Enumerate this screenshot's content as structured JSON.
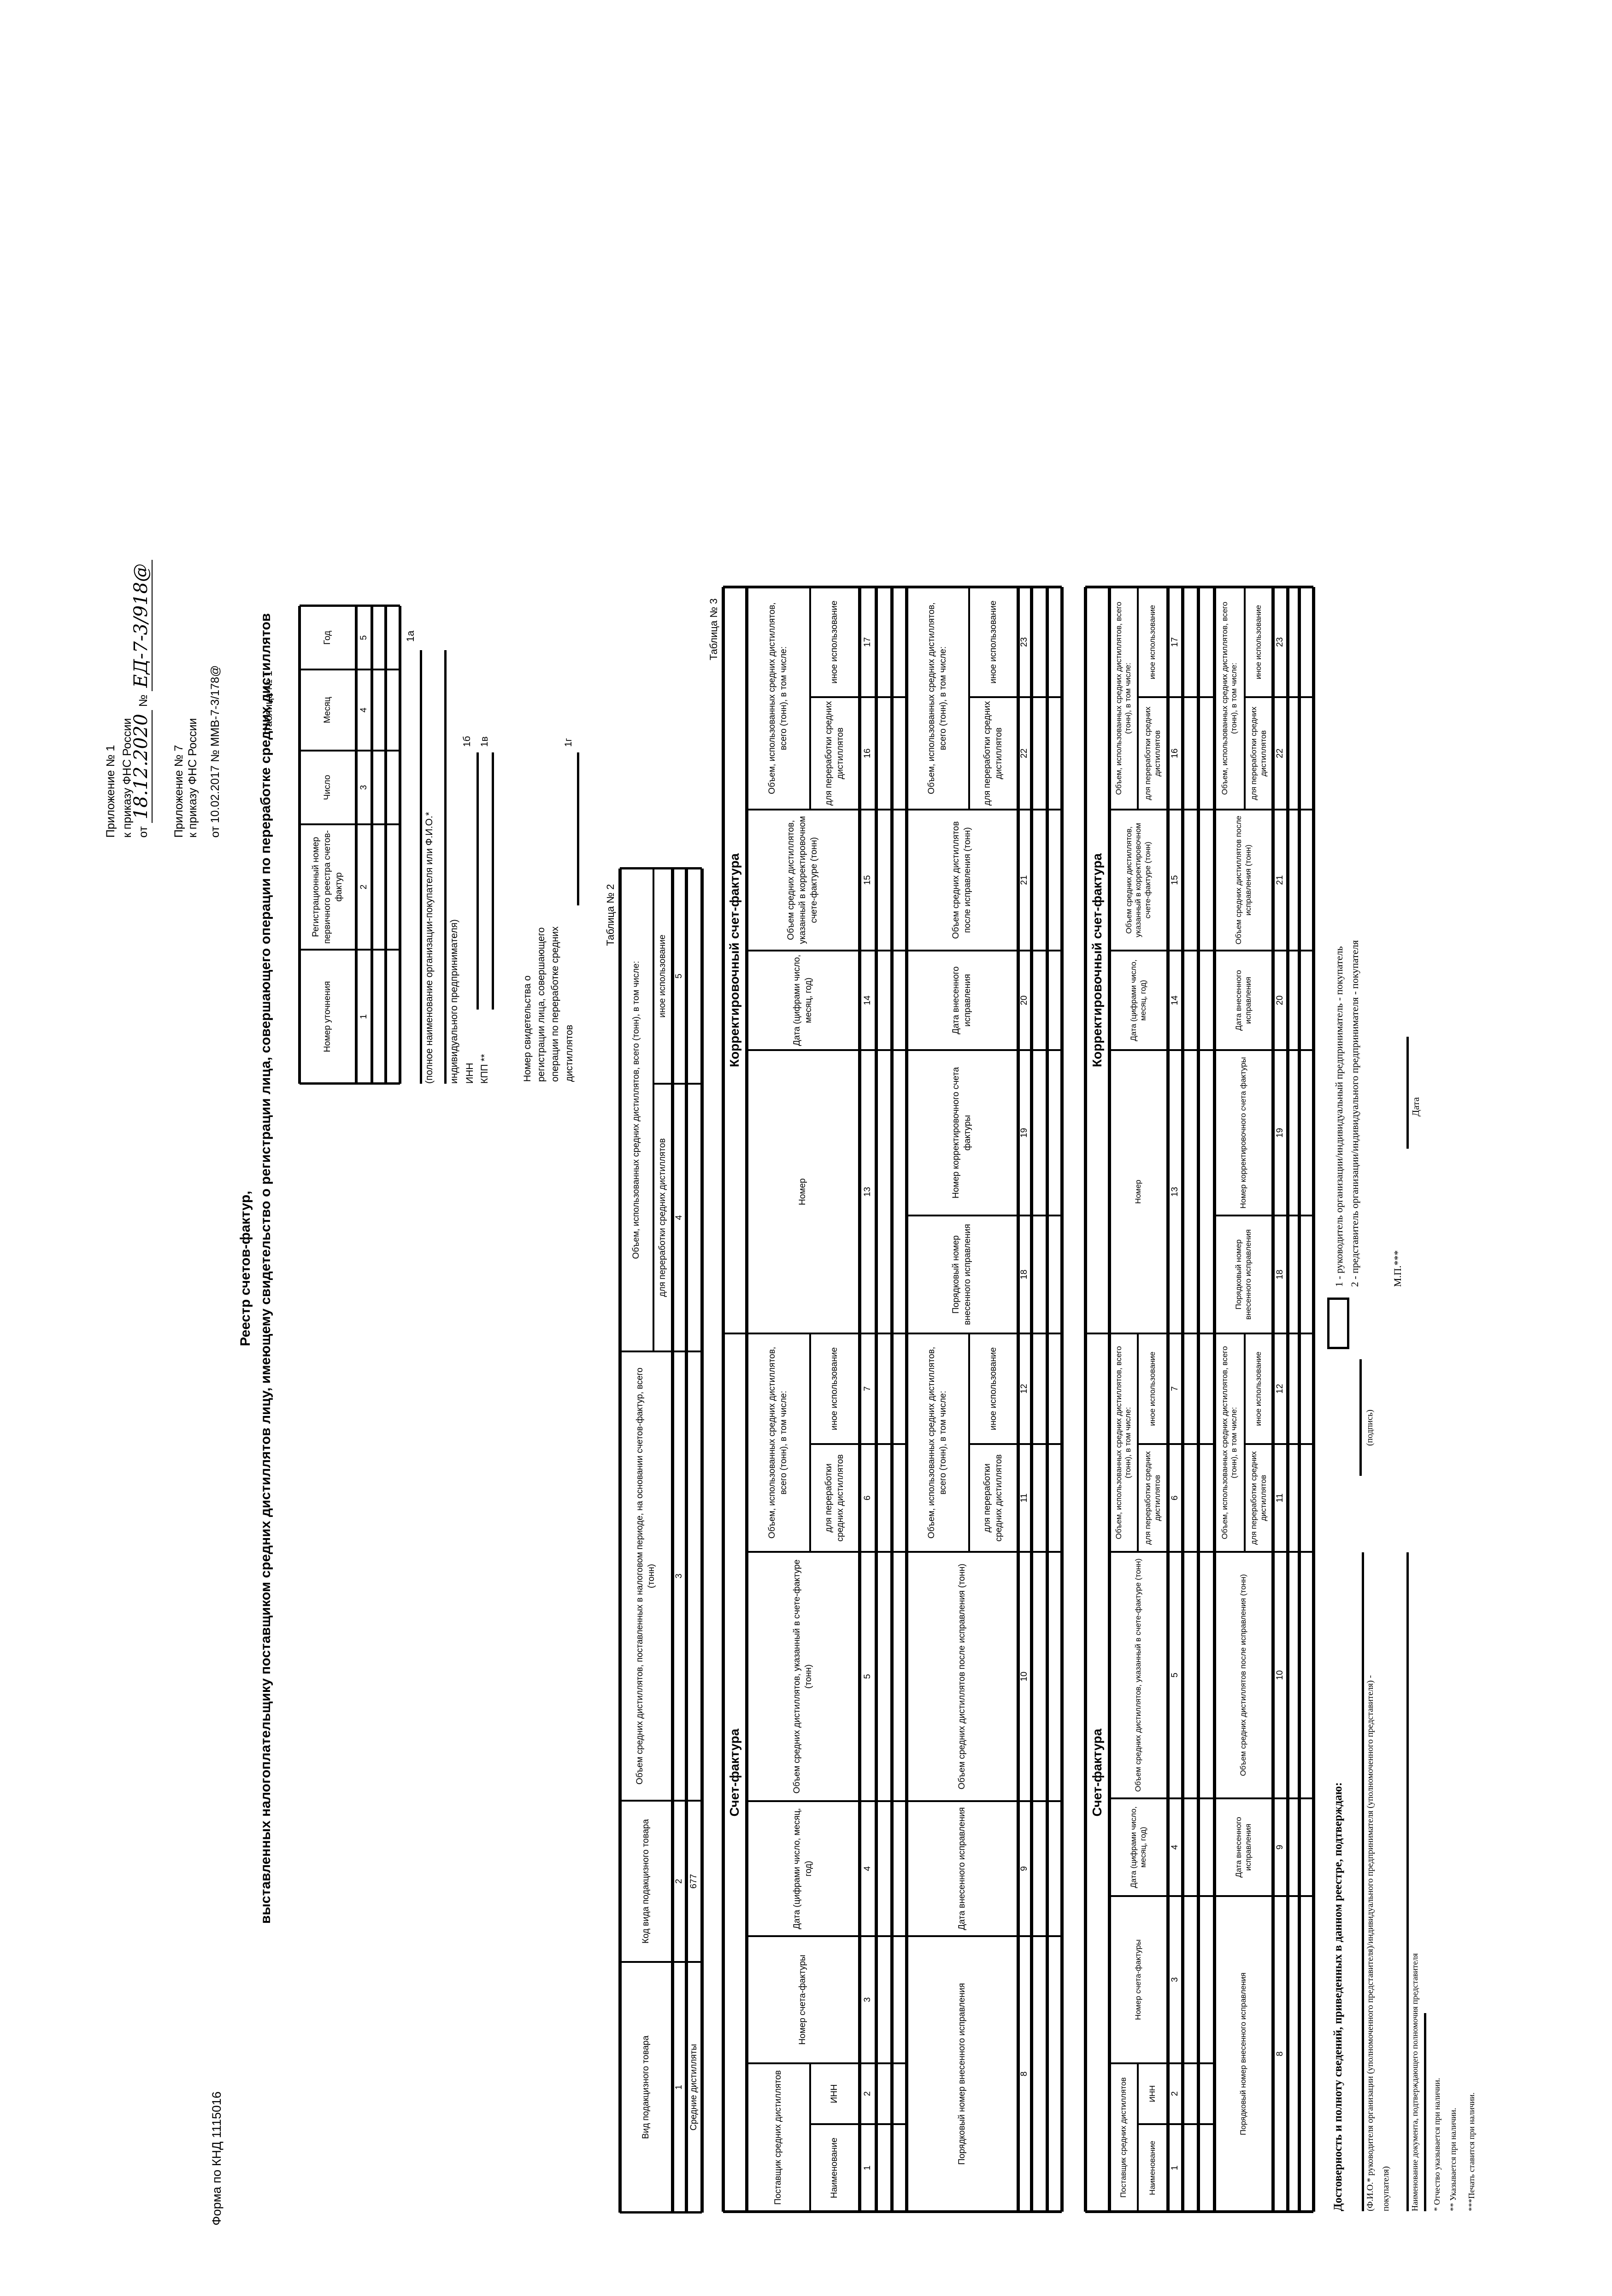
{
  "header": {
    "form_code": "Форма по КНД 1115016",
    "appendix1": "Приложение № 1",
    "appendix1_order": "к приказу ФНС России",
    "appendix1_from": "от",
    "appendix1_date_hw": "18.12.2020",
    "appendix1_no": "№",
    "appendix1_number_hw": "ЕД-7-3/918@",
    "appendix7": "Приложение № 7",
    "appendix7_order": "к приказу ФНС России",
    "appendix7_ref": "от 10.02.2017 № ММВ-7-3/178@"
  },
  "title": {
    "line1": "Реестр счетов-фактур,",
    "line2": "выставленных налогоплательщику поставщиком средних дистиллятов лицу, имеющему свидетельство о регистрации лица, совершающего операции по переработке средних дистиллятов"
  },
  "table1": {
    "label": "Таблица № 1",
    "headers": [
      "Номер уточнения",
      "Регистрационный номер первичного реестра счетов-фактур",
      "Число",
      "Месяц",
      "Год"
    ],
    "numbers": [
      "1",
      "2",
      "3",
      "4",
      "5"
    ]
  },
  "fields": {
    "code_1a": "1а",
    "buyer_caption_1": "(полное наименование организации-покупателя или Ф.И.О.*",
    "buyer_caption_2": "индивидуального предпринимателя)",
    "inn_label": "ИНН",
    "code_1b": "1б",
    "kpp_label": "КПП **",
    "code_1v": "1в",
    "cert_line1": "Номер свидетельства о",
    "cert_line2": "регистрации лица, совершающего",
    "cert_line3": "операции по переработке средних",
    "cert_line4": "дистиллятов",
    "code_1g": "1г"
  },
  "table2": {
    "label": "Таблица № 2",
    "headers": {
      "product_type": "Вид подакцизного товара",
      "product_code": "Код вида подакцизного товара",
      "supplied_volume": "Объем средних дистиллятов, поставленных в налоговом периоде, на основании счетов-фактур, всего (тонн)",
      "used_volume": "Объем, использованных средних дистиллятов, всего (тонн), в том числе:",
      "processing": "для переработки средних дистиллятов",
      "other": "иное использование"
    },
    "numbers": [
      "1",
      "2",
      "3",
      "4",
      "5"
    ],
    "row": {
      "product_type": "Средние дистилляты",
      "product_code": "677"
    }
  },
  "table3_label": "Таблица № 3",
  "invoice": {
    "title_left": "Счет-фактура",
    "title_right": "Корректировочный счет-фактура",
    "supplier": "Поставщик средних дистиллятов",
    "name": "Наименование",
    "inn": "ИНН",
    "inv_number": "Номер счета-фактуры",
    "date": "Дата (цифрами число, месяц, год)",
    "volume": "Объем средних дистиллятов, указанный в счете-фактуре (тонн)",
    "used": "Объем, использованных средних дистиллятов, всего (тонн), в том числе:",
    "processing": "для переработки средних дистиллятов",
    "other": "иное использование",
    "corr_number": "Номер",
    "corr_volume": "Объем средних дистиллятов, указанный в корректировочном счете-фактуре (тонн)",
    "fix_number": "Порядковый номер внесенного исправления",
    "fix_date": "Дата внесенного исправления",
    "volume_after": "Объем средних дистиллятов после исправления (тонн)",
    "corr_inv_number": "Номер корректировочного счета фактуры",
    "numbers": [
      "1",
      "2",
      "3",
      "4",
      "5",
      "6",
      "7",
      "8",
      "9",
      "10",
      "11",
      "12",
      "13",
      "14",
      "15",
      "16",
      "17",
      "18",
      "19",
      "20",
      "21",
      "22",
      "23"
    ]
  },
  "footer": {
    "confirm": "Достоверность и полноту сведений, приведенных в данном реестре, подтверждаю:",
    "fio_caption_1": "(Ф.И.О.* руководителя организации (уполномоченного представителя)/индивидуального предпринимателя (уполномоченного представителя) -",
    "fio_caption_2": "покупателя)",
    "signature": "(подпись)",
    "option1": "1 - руководитель организации/индивидуальный предприниматель - покупатель",
    "option2": "2 - представитель организации/индивидуального предпринимателя - покупателя",
    "stamp": "М.П.***",
    "date": "Дата",
    "doc_name": "Наименование документа, подтверждающего полномочия представителя",
    "note1": "* Отчество указывается при наличии.",
    "note2": "** Указывается при наличии.",
    "note3": "***Печать ставится при наличии."
  }
}
